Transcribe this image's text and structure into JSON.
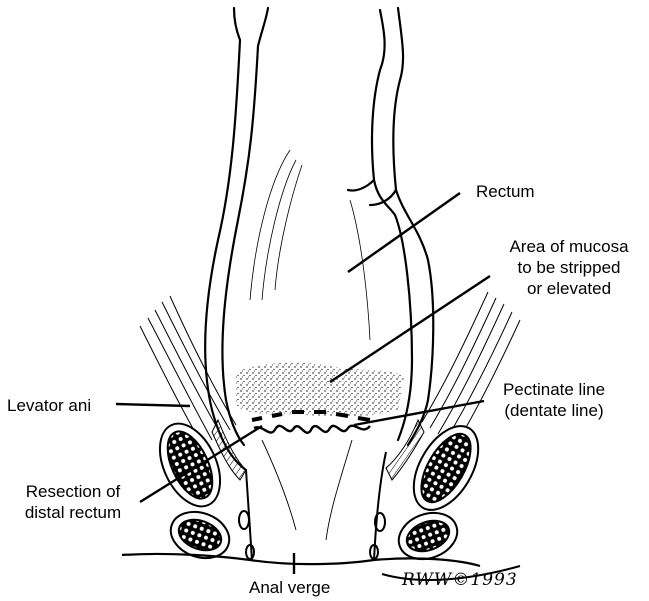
{
  "labels": {
    "rectum": "Rectum",
    "mucosa_line1": "Area of mucosa",
    "mucosa_line2": "to be stripped",
    "mucosa_line3": "or elevated",
    "pectinate_line1": "Pectinate line",
    "pectinate_line2": "(dentate line)",
    "levator": "Levator ani",
    "resection_line1": "Resection of",
    "resection_line2": "distal rectum",
    "anal_verge": "Anal verge"
  },
  "signature": "RWW©1993"
}
